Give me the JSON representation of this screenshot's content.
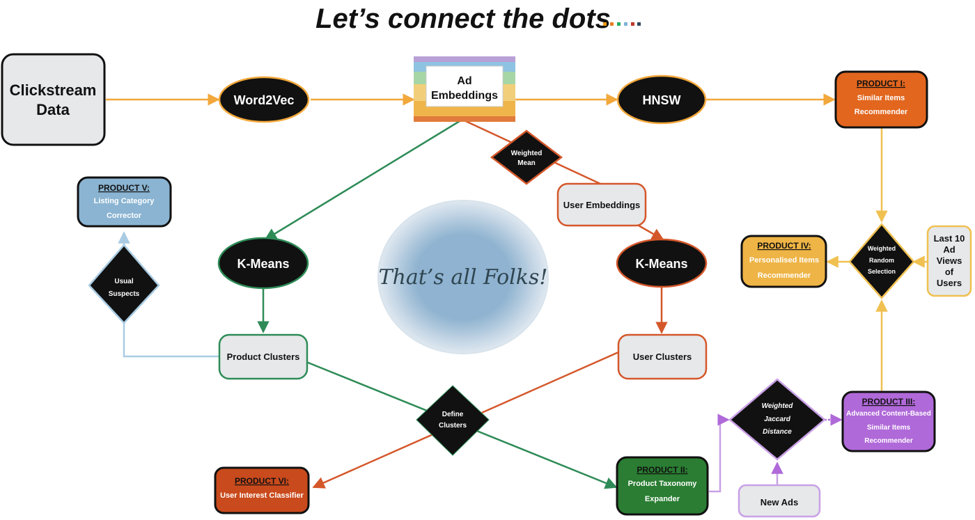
{
  "title": "Let’s connect the dots",
  "title_dots_colors": [
    "#f39c12",
    "#e67e22",
    "#27ae60",
    "#7fb3d5",
    "#c0392b",
    "#34495e"
  ],
  "colors": {
    "orange_arrow": "#f2a83b",
    "green_arrow": "#2e8b57",
    "red_arrow": "#d4572a",
    "blue_arrow": "#a9cce3",
    "yellow_arrow": "#f0c050",
    "purple_arrow": "#b069d9"
  },
  "nodes": {
    "clickstream": "Clickstream Data",
    "word2vec": "Word2Vec",
    "ad_embeddings_line1": "Ad",
    "ad_embeddings_line2": "Embeddings",
    "hnsw": "HNSW",
    "weighted_mean_line1": "Weighted",
    "weighted_mean_line2": "Mean",
    "user_embeddings": "User Embeddings",
    "kmeans_left": "K-Means",
    "kmeans_right": "K-Means",
    "product_clusters": "Product Clusters",
    "user_clusters": "User Clusters",
    "usual_suspects_line1": "Usual",
    "usual_suspects_line2": "Suspects",
    "define_clusters_line1": "Define",
    "define_clusters_line2": "Clusters",
    "weighted_jaccard_line1": "Weighted",
    "weighted_jaccard_line2": "Jaccard",
    "weighted_jaccard_line3": "Distance",
    "new_ads": "New Ads",
    "weighted_random_line1": "Weighted",
    "weighted_random_line2": "Random",
    "weighted_random_line3": "Selection",
    "last10_line1": "Last 10",
    "last10_line2": "Ad",
    "last10_line3": "Views",
    "last10_line4": "of",
    "last10_line5": "Users",
    "center_text": "That’s all Folks!"
  },
  "products": {
    "p1": {
      "head": "PRODUCT I:",
      "line1": "Similar Items",
      "line2": "Recommender"
    },
    "p2": {
      "head": "PRODUCT II:",
      "line1": "Product Taxonomy",
      "line2": "Expander"
    },
    "p3": {
      "head": "PRODUCT III:",
      "line1": "Advanced  Content-Based",
      "line2": "Similar Items",
      "line3": "Recommender"
    },
    "p4": {
      "head": "PRODUCT IV:",
      "line1": "Personalised Items",
      "line2": "Recommender"
    },
    "p5": {
      "head": "PRODUCT V:",
      "line1": "Listing Category",
      "line2": "Corrector"
    },
    "p6": {
      "head": "PRODUCT VI:",
      "line1": "User Interest Classifier"
    }
  }
}
